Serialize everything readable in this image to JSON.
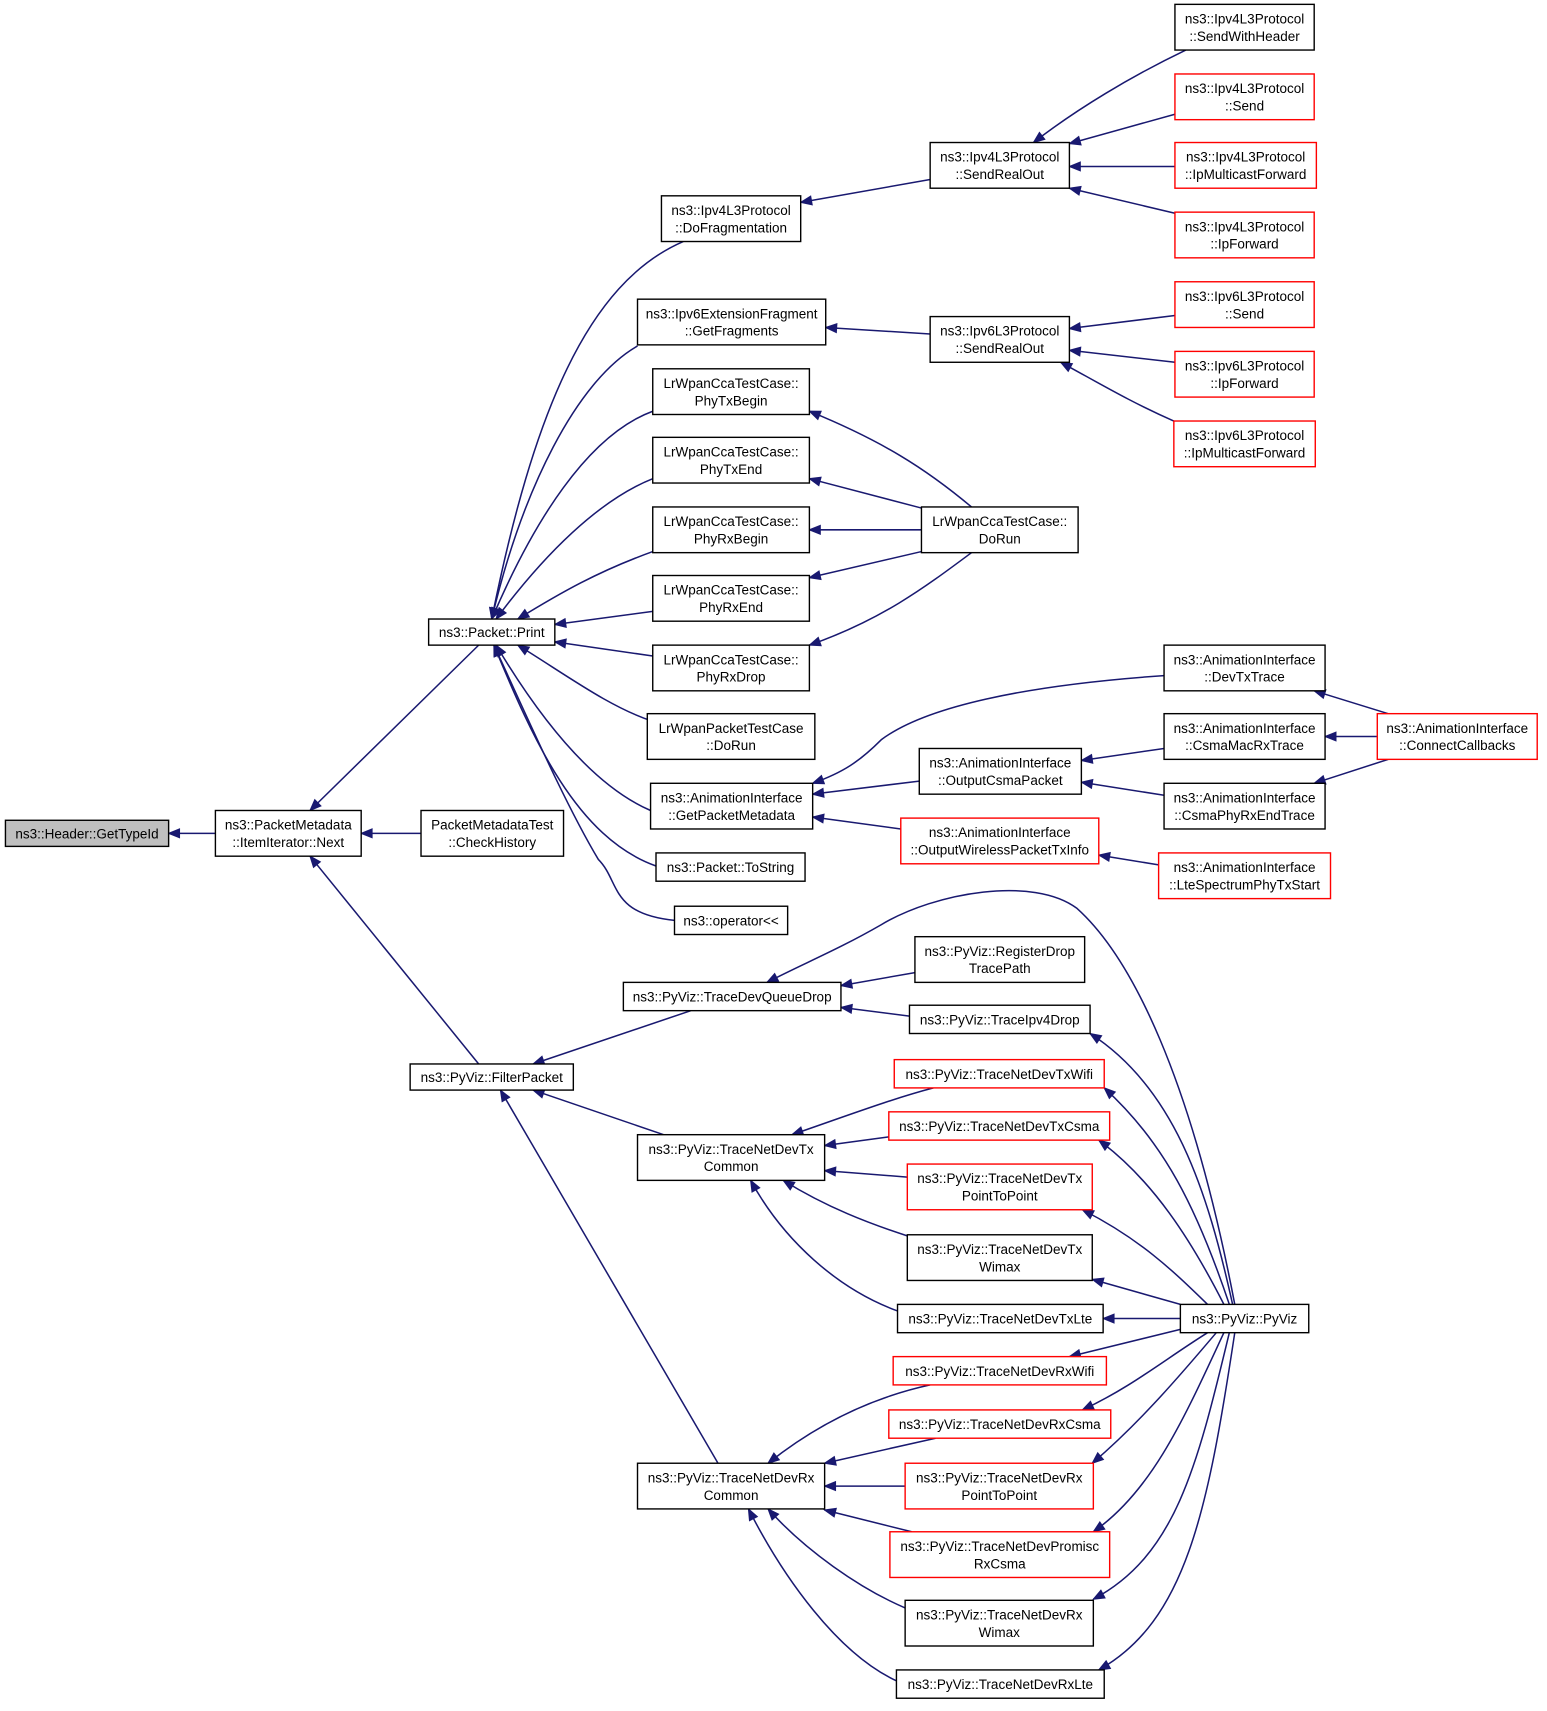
{
  "colors": {
    "edge": "#191970",
    "node_border": "#000000",
    "node_border_truncated": "#ff0000",
    "node_fill": "#ffffff",
    "node_fill_current": "#bfbfbf"
  },
  "nodes": [
    {
      "id": "header_gettypeid",
      "lines": [
        "ns3::Header::GetTypeId"
      ],
      "style": "current"
    },
    {
      "id": "pm_next",
      "lines": [
        "ns3::PacketMetadata",
        "::ItemIterator::Next"
      ],
      "style": "normal"
    },
    {
      "id": "pmtest_checkhistory",
      "lines": [
        "PacketMetadataTest",
        "::CheckHistory"
      ],
      "style": "normal"
    },
    {
      "id": "packet_print",
      "lines": [
        "ns3::Packet::Print"
      ],
      "style": "normal"
    },
    {
      "id": "pyviz_filterpacket",
      "lines": [
        "ns3::PyViz::FilterPacket"
      ],
      "style": "normal"
    },
    {
      "id": "ipv4_dofragmentation",
      "lines": [
        "ns3::Ipv4L3Protocol",
        "::DoFragmentation"
      ],
      "style": "normal"
    },
    {
      "id": "ipv6ext_getfragments",
      "lines": [
        "ns3::Ipv6ExtensionFragment",
        "::GetFragments"
      ],
      "style": "normal"
    },
    {
      "id": "lrwpancca_phytxbegin",
      "lines": [
        "LrWpanCcaTestCase::",
        "PhyTxBegin"
      ],
      "style": "normal"
    },
    {
      "id": "lrwpancca_phytxend",
      "lines": [
        "LrWpanCcaTestCase::",
        "PhyTxEnd"
      ],
      "style": "normal"
    },
    {
      "id": "lrwpancca_phyrxbegin",
      "lines": [
        "LrWpanCcaTestCase::",
        "PhyRxBegin"
      ],
      "style": "normal"
    },
    {
      "id": "lrwpancca_phyrxend",
      "lines": [
        "LrWpanCcaTestCase::",
        "PhyRxEnd"
      ],
      "style": "normal"
    },
    {
      "id": "lrwpancca_phyrxdrop",
      "lines": [
        "LrWpanCcaTestCase::",
        "PhyRxDrop"
      ],
      "style": "normal"
    },
    {
      "id": "lrwpanpacket_dorun",
      "lines": [
        "LrWpanPacketTestCase",
        "::DoRun"
      ],
      "style": "normal"
    },
    {
      "id": "anim_getpacketmetadata",
      "lines": [
        "ns3::AnimationInterface",
        "::GetPacketMetadata"
      ],
      "style": "normal"
    },
    {
      "id": "packet_tostring",
      "lines": [
        "ns3::Packet::ToString"
      ],
      "style": "normal"
    },
    {
      "id": "operator_shl",
      "lines": [
        "ns3::operator<<"
      ],
      "style": "normal"
    },
    {
      "id": "ipv4_sendrealout",
      "lines": [
        "ns3::Ipv4L3Protocol",
        "::SendRealOut"
      ],
      "style": "normal"
    },
    {
      "id": "ipv6_sendrealout",
      "lines": [
        "ns3::Ipv6L3Protocol",
        "::SendRealOut"
      ],
      "style": "normal"
    },
    {
      "id": "lrwpancca_dorun",
      "lines": [
        "LrWpanCcaTestCase::",
        "DoRun"
      ],
      "style": "normal"
    },
    {
      "id": "anim_outputcsmapacket",
      "lines": [
        "ns3::AnimationInterface",
        "::OutputCsmaPacket"
      ],
      "style": "normal"
    },
    {
      "id": "anim_outputwireless",
      "lines": [
        "ns3::AnimationInterface",
        "::OutputWirelessPacketTxInfo"
      ],
      "style": "truncated"
    },
    {
      "id": "ipv4_sendwithheader",
      "lines": [
        "ns3::Ipv4L3Protocol",
        "::SendWithHeader"
      ],
      "style": "normal"
    },
    {
      "id": "ipv4_send",
      "lines": [
        "ns3::Ipv4L3Protocol",
        "::Send"
      ],
      "style": "truncated"
    },
    {
      "id": "ipv4_ipmulticastforward",
      "lines": [
        "ns3::Ipv4L3Protocol",
        "::IpMulticastForward"
      ],
      "style": "truncated"
    },
    {
      "id": "ipv4_ipforward",
      "lines": [
        "ns3::Ipv4L3Protocol",
        "::IpForward"
      ],
      "style": "truncated"
    },
    {
      "id": "ipv6_send",
      "lines": [
        "ns3::Ipv6L3Protocol",
        "::Send"
      ],
      "style": "truncated"
    },
    {
      "id": "ipv6_ipforward",
      "lines": [
        "ns3::Ipv6L3Protocol",
        "::IpForward"
      ],
      "style": "truncated"
    },
    {
      "id": "ipv6_ipmulticastforward",
      "lines": [
        "ns3::Ipv6L3Protocol",
        "::IpMulticastForward"
      ],
      "style": "truncated"
    },
    {
      "id": "anim_devtxtrace",
      "lines": [
        "ns3::AnimationInterface",
        "::DevTxTrace"
      ],
      "style": "normal"
    },
    {
      "id": "anim_csmamacrxtrace",
      "lines": [
        "ns3::AnimationInterface",
        "::CsmaMacRxTrace"
      ],
      "style": "normal"
    },
    {
      "id": "anim_csmaphyrxendtrace",
      "lines": [
        "ns3::AnimationInterface",
        "::CsmaPhyRxEndTrace"
      ],
      "style": "normal"
    },
    {
      "id": "anim_ltespectrumphytxstart",
      "lines": [
        "ns3::AnimationInterface",
        "::LteSpectrumPhyTxStart"
      ],
      "style": "truncated"
    },
    {
      "id": "anim_connectcallbacks",
      "lines": [
        "ns3::AnimationInterface",
        "::ConnectCallbacks"
      ],
      "style": "truncated"
    },
    {
      "id": "pyviz_tracedevqueuedrop",
      "lines": [
        "ns3::PyViz::TraceDevQueueDrop"
      ],
      "style": "normal"
    },
    {
      "id": "pyviz_registerdroptracepath",
      "lines": [
        "ns3::PyViz::RegisterDrop",
        "TracePath"
      ],
      "style": "normal"
    },
    {
      "id": "pyviz_traceipv4drop",
      "lines": [
        "ns3::PyViz::TraceIpv4Drop"
      ],
      "style": "normal"
    },
    {
      "id": "pyviz_tracenetdevtxcommon",
      "lines": [
        "ns3::PyViz::TraceNetDevTx",
        "Common"
      ],
      "style": "normal"
    },
    {
      "id": "pyviz_tracenetdevtxwifi",
      "lines": [
        "ns3::PyViz::TraceNetDevTxWifi"
      ],
      "style": "truncated"
    },
    {
      "id": "pyviz_tracenetdevtxcsma",
      "lines": [
        "ns3::PyViz::TraceNetDevTxCsma"
      ],
      "style": "truncated"
    },
    {
      "id": "pyviz_tracenetdevtxp2p",
      "lines": [
        "ns3::PyViz::TraceNetDevTx",
        "PointToPoint"
      ],
      "style": "truncated"
    },
    {
      "id": "pyviz_tracenetdevtxwimax",
      "lines": [
        "ns3::PyViz::TraceNetDevTx",
        "Wimax"
      ],
      "style": "normal"
    },
    {
      "id": "pyviz_tracenetdevtxlte",
      "lines": [
        "ns3::PyViz::TraceNetDevTxLte"
      ],
      "style": "normal"
    },
    {
      "id": "pyviz_pyviz",
      "lines": [
        "ns3::PyViz::PyViz"
      ],
      "style": "normal"
    },
    {
      "id": "pyviz_tracenetdevrxwifi",
      "lines": [
        "ns3::PyViz::TraceNetDevRxWifi"
      ],
      "style": "truncated"
    },
    {
      "id": "pyviz_tracenetdevrxcsma",
      "lines": [
        "ns3::PyViz::TraceNetDevRxCsma"
      ],
      "style": "truncated"
    },
    {
      "id": "pyviz_tracenetdevrxcommon",
      "lines": [
        "ns3::PyViz::TraceNetDevRx",
        "Common"
      ],
      "style": "normal"
    },
    {
      "id": "pyviz_tracenetdevrxp2p",
      "lines": [
        "ns3::PyViz::TraceNetDevRx",
        "PointToPoint"
      ],
      "style": "truncated"
    },
    {
      "id": "pyviz_tracenetdevpromiscrxcsma",
      "lines": [
        "ns3::PyViz::TraceNetDevPromisc",
        "RxCsma"
      ],
      "style": "truncated"
    },
    {
      "id": "pyviz_tracenetdevrxwimax",
      "lines": [
        "ns3::PyViz::TraceNetDevRx",
        "Wimax"
      ],
      "style": "normal"
    },
    {
      "id": "pyviz_tracenetdevrxlte",
      "lines": [
        "ns3::PyViz::TraceNetDevRxLte"
      ],
      "style": "normal"
    }
  ],
  "edges": [
    {
      "from": "pm_next",
      "to": "header_gettypeid"
    },
    {
      "from": "pmtest_checkhistory",
      "to": "pm_next"
    },
    {
      "from": "packet_print",
      "to": "pm_next"
    },
    {
      "from": "pyviz_filterpacket",
      "to": "pm_next"
    },
    {
      "from": "ipv4_dofragmentation",
      "to": "packet_print"
    },
    {
      "from": "ipv6ext_getfragments",
      "to": "packet_print"
    },
    {
      "from": "lrwpancca_phytxbegin",
      "to": "packet_print"
    },
    {
      "from": "lrwpancca_phytxend",
      "to": "packet_print"
    },
    {
      "from": "lrwpancca_phyrxbegin",
      "to": "packet_print"
    },
    {
      "from": "lrwpancca_phyrxend",
      "to": "packet_print"
    },
    {
      "from": "lrwpancca_phyrxdrop",
      "to": "packet_print"
    },
    {
      "from": "lrwpanpacket_dorun",
      "to": "packet_print"
    },
    {
      "from": "anim_getpacketmetadata",
      "to": "packet_print"
    },
    {
      "from": "packet_tostring",
      "to": "packet_print"
    },
    {
      "from": "operator_shl",
      "to": "packet_print"
    },
    {
      "from": "ipv4_sendrealout",
      "to": "ipv4_dofragmentation"
    },
    {
      "from": "ipv4_sendwithheader",
      "to": "ipv4_sendrealout"
    },
    {
      "from": "ipv4_send",
      "to": "ipv4_sendrealout"
    },
    {
      "from": "ipv4_ipmulticastforward",
      "to": "ipv4_sendrealout"
    },
    {
      "from": "ipv4_ipforward",
      "to": "ipv4_sendrealout"
    },
    {
      "from": "ipv6_sendrealout",
      "to": "ipv6ext_getfragments"
    },
    {
      "from": "ipv6_send",
      "to": "ipv6_sendrealout"
    },
    {
      "from": "ipv6_ipforward",
      "to": "ipv6_sendrealout"
    },
    {
      "from": "ipv6_ipmulticastforward",
      "to": "ipv6_sendrealout"
    },
    {
      "from": "lrwpancca_dorun",
      "to": "lrwpancca_phytxbegin"
    },
    {
      "from": "lrwpancca_dorun",
      "to": "lrwpancca_phytxend"
    },
    {
      "from": "lrwpancca_dorun",
      "to": "lrwpancca_phyrxbegin"
    },
    {
      "from": "lrwpancca_dorun",
      "to": "lrwpancca_phyrxend"
    },
    {
      "from": "lrwpancca_dorun",
      "to": "lrwpancca_phyrxdrop"
    },
    {
      "from": "anim_devtxtrace",
      "to": "anim_getpacketmetadata"
    },
    {
      "from": "anim_outputcsmapacket",
      "to": "anim_getpacketmetadata"
    },
    {
      "from": "anim_outputwireless",
      "to": "anim_getpacketmetadata"
    },
    {
      "from": "anim_csmamacrxtrace",
      "to": "anim_outputcsmapacket"
    },
    {
      "from": "anim_csmaphyrxendtrace",
      "to": "anim_outputcsmapacket"
    },
    {
      "from": "anim_ltespectrumphytxstart",
      "to": "anim_outputwireless"
    },
    {
      "from": "anim_connectcallbacks",
      "to": "anim_devtxtrace"
    },
    {
      "from": "anim_connectcallbacks",
      "to": "anim_csmamacrxtrace"
    },
    {
      "from": "anim_connectcallbacks",
      "to": "anim_csmaphyrxendtrace"
    },
    {
      "from": "pyviz_tracedevqueuedrop",
      "to": "pyviz_filterpacket"
    },
    {
      "from": "pyviz_tracenetdevtxcommon",
      "to": "pyviz_filterpacket"
    },
    {
      "from": "pyviz_tracenetdevrxcommon",
      "to": "pyviz_filterpacket"
    },
    {
      "from": "pyviz_pyviz",
      "to": "pyviz_tracedevqueuedrop"
    },
    {
      "from": "pyviz_registerdroptracepath",
      "to": "pyviz_tracedevqueuedrop"
    },
    {
      "from": "pyviz_traceipv4drop",
      "to": "pyviz_tracedevqueuedrop"
    },
    {
      "from": "pyviz_pyviz",
      "to": "pyviz_traceipv4drop"
    },
    {
      "from": "pyviz_tracenetdevtxwifi",
      "to": "pyviz_tracenetdevtxcommon"
    },
    {
      "from": "pyviz_tracenetdevtxcsma",
      "to": "pyviz_tracenetdevtxcommon"
    },
    {
      "from": "pyviz_tracenetdevtxp2p",
      "to": "pyviz_tracenetdevtxcommon"
    },
    {
      "from": "pyviz_tracenetdevtxwimax",
      "to": "pyviz_tracenetdevtxcommon"
    },
    {
      "from": "pyviz_tracenetdevtxlte",
      "to": "pyviz_tracenetdevtxcommon"
    },
    {
      "from": "pyviz_pyviz",
      "to": "pyviz_tracenetdevtxwifi"
    },
    {
      "from": "pyviz_pyviz",
      "to": "pyviz_tracenetdevtxcsma"
    },
    {
      "from": "pyviz_pyviz",
      "to": "pyviz_tracenetdevtxp2p"
    },
    {
      "from": "pyviz_pyviz",
      "to": "pyviz_tracenetdevtxwimax"
    },
    {
      "from": "pyviz_pyviz",
      "to": "pyviz_tracenetdevtxlte"
    },
    {
      "from": "pyviz_tracenetdevrxwifi",
      "to": "pyviz_tracenetdevrxcommon"
    },
    {
      "from": "pyviz_tracenetdevrxcsma",
      "to": "pyviz_tracenetdevrxcommon"
    },
    {
      "from": "pyviz_tracenetdevrxp2p",
      "to": "pyviz_tracenetdevrxcommon"
    },
    {
      "from": "pyviz_tracenetdevpromiscrxcsma",
      "to": "pyviz_tracenetdevrxcommon"
    },
    {
      "from": "pyviz_tracenetdevrxwimax",
      "to": "pyviz_tracenetdevrxcommon"
    },
    {
      "from": "pyviz_tracenetdevrxlte",
      "to": "pyviz_tracenetdevrxcommon"
    },
    {
      "from": "pyviz_pyviz",
      "to": "pyviz_tracenetdevrxwifi"
    },
    {
      "from": "pyviz_pyviz",
      "to": "pyviz_tracenetdevrxcsma"
    },
    {
      "from": "pyviz_pyviz",
      "to": "pyviz_tracenetdevrxp2p"
    },
    {
      "from": "pyviz_pyviz",
      "to": "pyviz_tracenetdevpromiscrxcsma"
    },
    {
      "from": "pyviz_pyviz",
      "to": "pyviz_tracenetdevrxwimax"
    },
    {
      "from": "pyviz_pyviz",
      "to": "pyviz_tracenetdevrxlte"
    }
  ]
}
